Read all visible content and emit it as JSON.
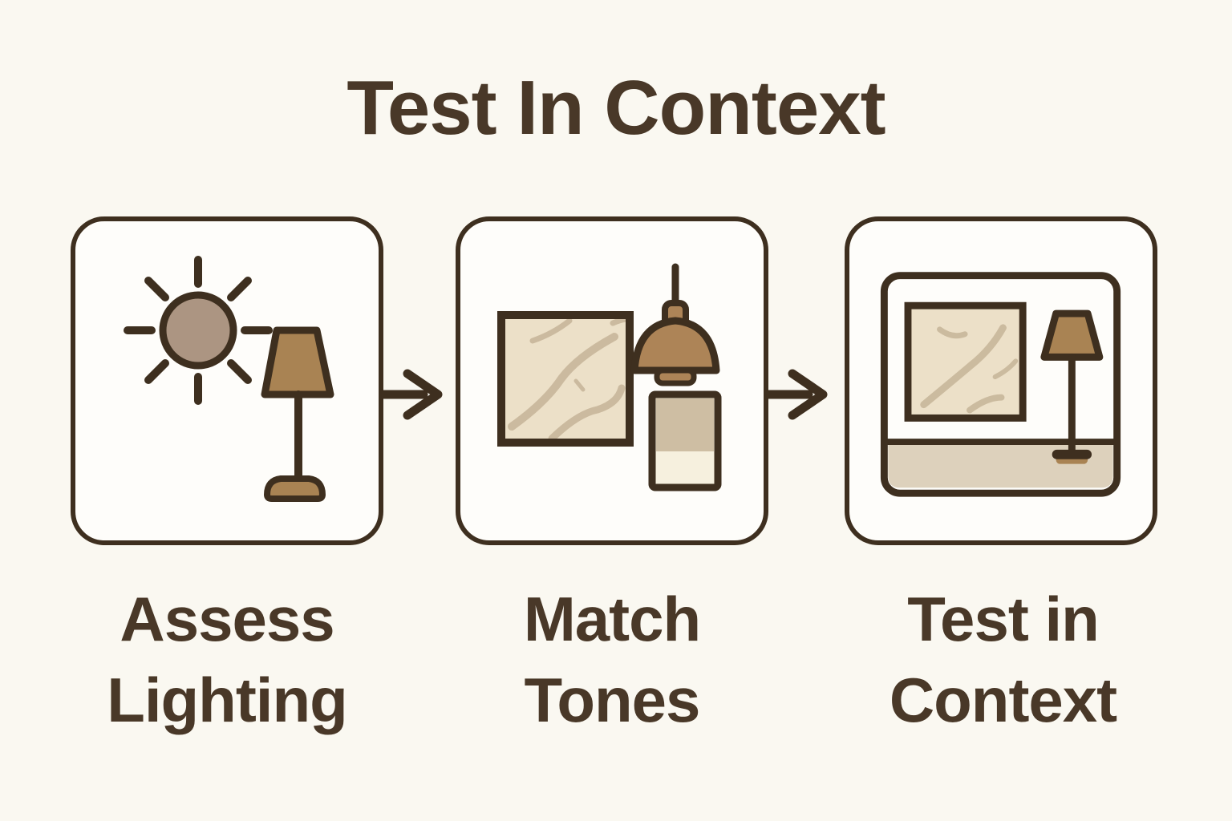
{
  "title": "Test In Context",
  "steps": [
    {
      "label": "Assess\nLighting",
      "icon": "sun-and-lamp-icon"
    },
    {
      "label": "Match\nTones",
      "icon": "tile-pendant-swatch-icon"
    },
    {
      "label": "Test in\nContext",
      "icon": "room-preview-icon"
    }
  ],
  "connectors": [
    {
      "icon": "arrow-right-icon"
    },
    {
      "icon": "arrow-right-icon"
    }
  ],
  "colors": {
    "background": "#FAF8F1",
    "card_background": "#FEFDFA",
    "outline": "#3E2F1F",
    "text": "#493828",
    "sun_fill": "#AC9582",
    "lamp_shade_fill": "#A98353",
    "pendant_fill": "#AD8457",
    "marble_base": "#ECE0C8",
    "marble_vein": "#C6B498",
    "swatch_top": "#CEBEA3",
    "swatch_bottom": "#F6F0DE",
    "floor_band": "#DDD1BC"
  }
}
